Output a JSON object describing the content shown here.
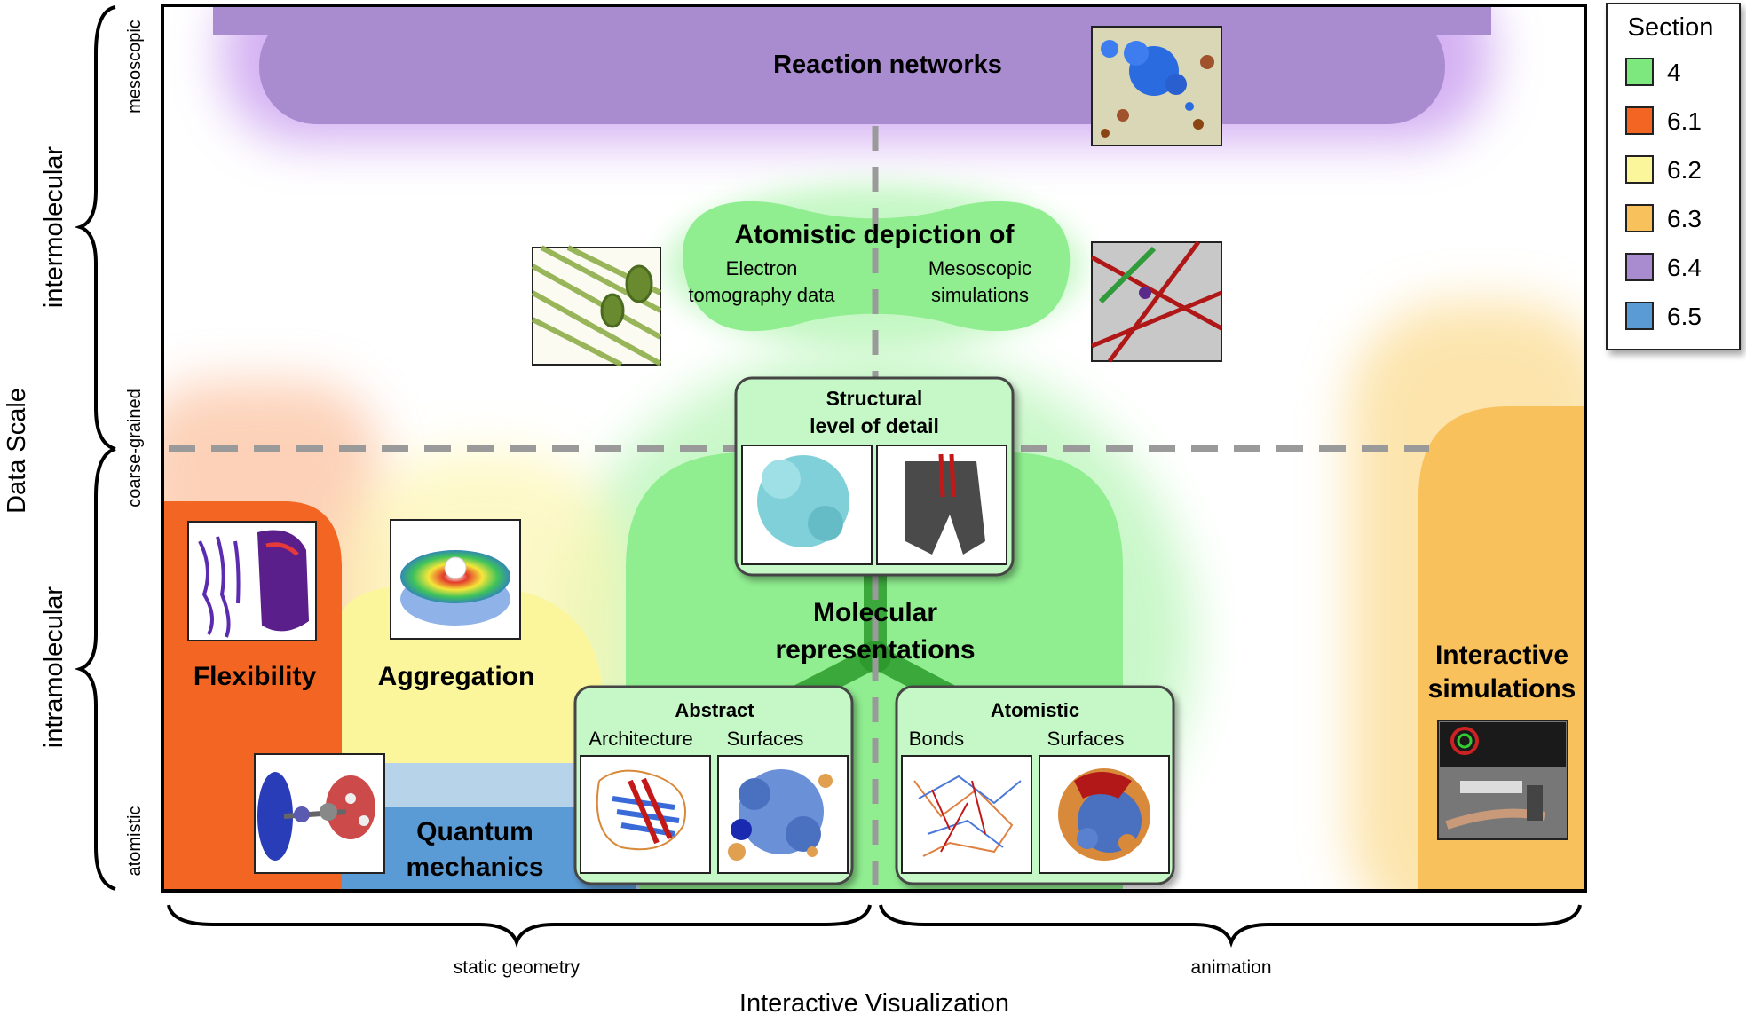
{
  "axes": {
    "x_title": "Interactive Visualization",
    "y_title": "Data Scale",
    "x_groups": [
      "static geometry",
      "animation"
    ],
    "y_groups": [
      "intermolecular",
      "intramolecular"
    ],
    "y_levels": [
      "mesoscopic",
      "coarse-grained",
      "atomistic"
    ]
  },
  "legend": {
    "title": "Section",
    "items": [
      {
        "label": "4",
        "color": "#7de87d"
      },
      {
        "label": "6.1",
        "color": "#f26522"
      },
      {
        "label": "6.2",
        "color": "#fbf59b"
      },
      {
        "label": "6.3",
        "color": "#f9c15c"
      },
      {
        "label": "6.4",
        "color": "#a98bd0"
      },
      {
        "label": "6.5",
        "color": "#5b9bd5"
      }
    ]
  },
  "regions": {
    "reaction_networks": "Reaction networks",
    "atomistic_depiction": {
      "title": "Atomistic depiction of",
      "left": [
        "Electron",
        "tomography data"
      ],
      "right": [
        "Mesoscopic",
        "simulations"
      ]
    },
    "structural_lod": [
      "Structural",
      "level of detail"
    ],
    "molecular_representations": [
      "Molecular",
      "representations"
    ],
    "abstract": {
      "title": "Abstract",
      "cols": [
        "Architecture",
        "Surfaces"
      ]
    },
    "atomistic": {
      "title": "Atomistic",
      "cols": [
        "Bonds",
        "Surfaces"
      ]
    },
    "flexibility": "Flexibility",
    "aggregation": "Aggregation",
    "quantum": [
      "Quantum",
      "mechanics"
    ],
    "interactive_simulations": [
      "Interactive",
      "simulations"
    ]
  }
}
